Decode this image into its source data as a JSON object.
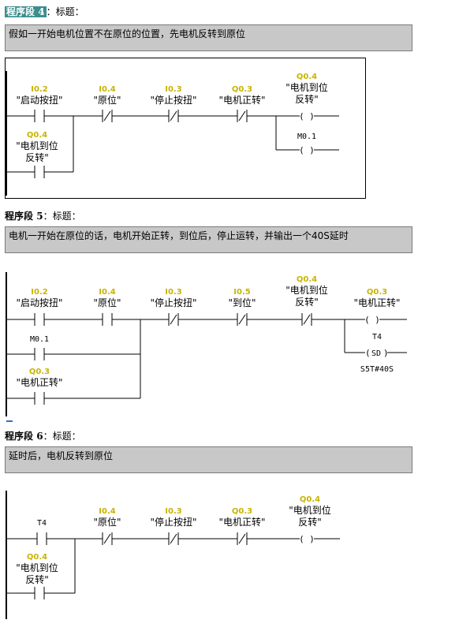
{
  "segments": [
    {
      "prefix": "程序段",
      "num": "4",
      "suffix": "：标题：",
      "comment": "假如一开始电机位置不在原位的位置，先电机反转到原位"
    },
    {
      "prefix": "程序段",
      "num": "5",
      "suffix": "：标题：",
      "comment": "电机一开始在原位的话，电机开始正转，到位后，停止运转，并输出一个40S延时"
    },
    {
      "prefix": "程序段",
      "num": "6",
      "suffix": "：标题：",
      "comment": "延时后，电机反转到原位"
    }
  ],
  "ladder": {
    "seg4": {
      "c1_addr": "I0.2",
      "c1_name": "\"启动按扭\"",
      "c2_addr": "I0.4",
      "c2_name": "\"原位\"",
      "c3_addr": "I0.3",
      "c3_name": "\"停止按扭\"",
      "c4_addr": "Q0.3",
      "c4_name": "\"电机正转\"",
      "coil1_addr": "Q0.4",
      "coil1_name1": "\"电机到位",
      "coil1_name2": "反转\"",
      "coil2_addr": "M0.1",
      "par_addr": "Q0.4",
      "par_name1": "\"电机到位",
      "par_name2": "反转\""
    },
    "seg5": {
      "c1_addr": "I0.2",
      "c1_name": "\"启动按扭\"",
      "c2_addr": "I0.4",
      "c2_name": "\"原位\"",
      "c3_addr": "I0.3",
      "c3_name": "\"停止按扭\"",
      "c4_addr": "I0.5",
      "c4_name": "\"到位\"",
      "c5_addr": "Q0.4",
      "c5_name1": "\"电机到位",
      "c5_name2": "反转\"",
      "coil1_addr": "Q0.3",
      "coil1_name": "\"电机正转\"",
      "timer_addr": "T4",
      "timer_sym": "SD",
      "timer_val": "S5T#40S",
      "par1_addr": "M0.1",
      "par2_addr": "Q0.3",
      "par2_name": "\"电机正转\""
    },
    "seg6": {
      "c1_addr": "T4",
      "c2_addr": "I0.4",
      "c2_name": "\"原位\"",
      "c3_addr": "I0.3",
      "c3_name": "\"停止按扭\"",
      "c4_addr": "Q0.3",
      "c4_name": "\"电机正转\"",
      "coil1_addr": "Q0.4",
      "coil1_name1": "\"电机到位",
      "coil1_name2": "反转\"",
      "par_addr": "Q0.4",
      "par_name1": "\"电机到位",
      "par_name2": "反转\""
    }
  }
}
